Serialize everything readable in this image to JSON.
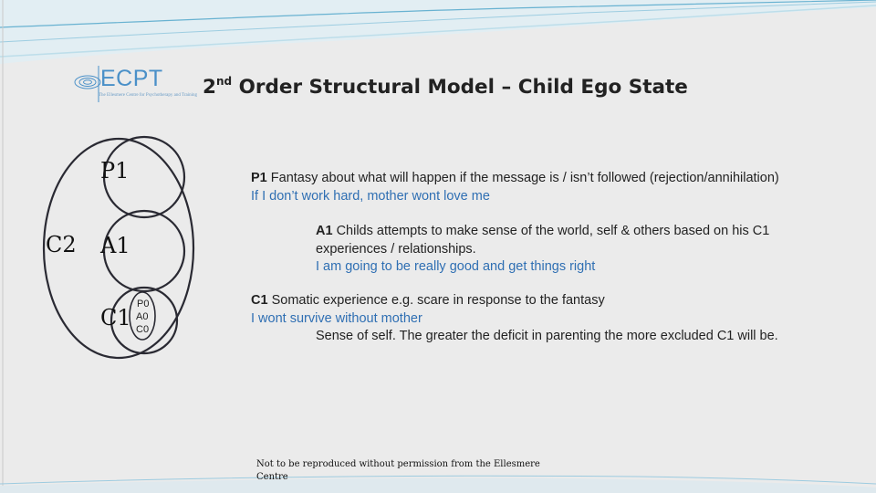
{
  "header": {
    "logo_text": "ECPT",
    "logo_tagline": "The Ellesmere Centre for Psychotherapy and Training",
    "title_ordinal": "2",
    "title_ordinal_suffix": "nd",
    "title_rest": " Order Structural Model – Child Ego State"
  },
  "diagram": {
    "outer_label": "C2",
    "circles": [
      "P1",
      "A1",
      "C1"
    ],
    "inner_circles": [
      "P0",
      "A0",
      "C0"
    ]
  },
  "descriptions": [
    {
      "key": "P1",
      "lines": [
        {
          "text": "Fantasy about what will happen if the message is / isn’t followed (rejection/annihilation)",
          "color": "#222222"
        },
        {
          "text": "If I don’t work hard, mother wont love me",
          "color": "#2f6fb3"
        }
      ]
    },
    {
      "key": "A1",
      "lines": [
        {
          "text": "Childs attempts to make sense of the world, self & others based on his C1",
          "color": "#222222"
        },
        {
          "text": "experiences / relationships.",
          "color": "#222222"
        },
        {
          "text": "I am going to be really good and get things right",
          "color": "#2f6fb3"
        }
      ]
    },
    {
      "key": "C1",
      "lines": [
        {
          "text": "Somatic experience e.g. scare in response to the fantasy",
          "color": "#222222"
        },
        {
          "text": "I wont survive without mother",
          "color": "#2f6fb3"
        },
        {
          "text": "Sense of self.  The greater the deficit in parenting the more excluded C1 will be.",
          "color": "#222222"
        }
      ]
    }
  ],
  "footer": {
    "copyright": "Not to be reproduced without permission from the Ellesmere Centre"
  },
  "colors": {
    "background": "#ebebeb",
    "accent_wave": "#4aa3c8",
    "blue_text": "#2f6fb3",
    "circle_stroke": "#2a2a33"
  }
}
